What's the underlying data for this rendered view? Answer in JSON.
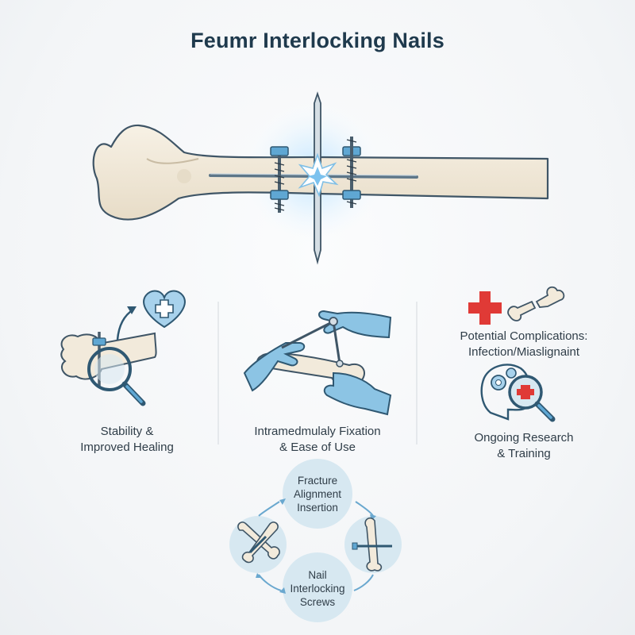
{
  "title": "Feumr Interlocking Nails",
  "panels": {
    "left": {
      "line1": "Stability &",
      "line2": "Improved Healing",
      "icons": [
        "bone-icon",
        "magnifier-icon",
        "heart-plus-icon",
        "arrow-icon"
      ]
    },
    "middle": {
      "line1": "Intramedmulaly Fixation",
      "line2": "& Ease of Use",
      "icons": [
        "gloved-hands-icon",
        "bone-icon",
        "nail-instrument-icon"
      ]
    },
    "right": {
      "complications_line1": "Potential Complications:",
      "complications_line2": "Infection/Miaslignaint",
      "research_line1": "Ongoing Research",
      "research_line2": "& Training",
      "icons": [
        "red-cross-icon",
        "broken-bone-icon",
        "head-gears-icon",
        "magnifier-plus-icon"
      ]
    }
  },
  "cycle": {
    "top": [
      "Fracture",
      "Alignment",
      "Insertion"
    ],
    "bottom": [
      "Nail",
      "Interlocking",
      "Screws"
    ],
    "icons": [
      "bone-nail-icon",
      "bone-screw-icon",
      "cycle-arrow-icon"
    ]
  },
  "colors": {
    "accent_blue": "#5fa7d3",
    "dark_blue": "#2f5872",
    "bone": "#f2eadb",
    "red": "#e03a36",
    "circle_fill": "#d7e8f1"
  }
}
